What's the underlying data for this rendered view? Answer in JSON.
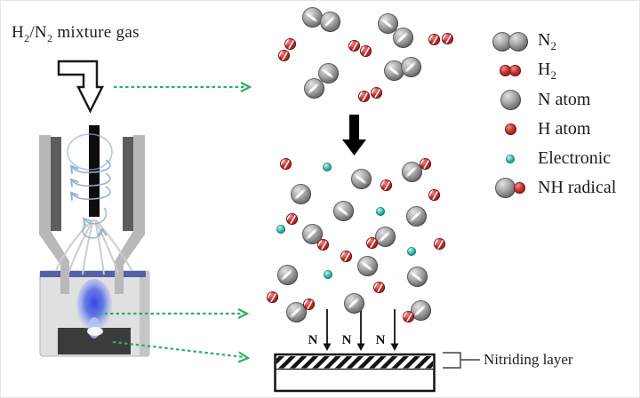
{
  "title": {
    "p1": "H",
    "s1": "2",
    "p2": "/N",
    "s2": "2",
    "p3": " mixture gas"
  },
  "labels": {
    "nitriding": "Nitriding layer"
  },
  "legend": {
    "items": [
      {
        "id": "n2",
        "type": "n2-pair",
        "main": "N",
        "sub": "2"
      },
      {
        "id": "h2",
        "type": "h2-pair",
        "main": "H",
        "sub": "2"
      },
      {
        "id": "n-atom",
        "type": "n-atom",
        "main": "N atom"
      },
      {
        "id": "h-atom",
        "type": "h-atom",
        "main": "H atom"
      },
      {
        "id": "electron",
        "type": "electron",
        "main": "Electronic"
      },
      {
        "id": "nh-radical",
        "type": "nh-radical",
        "main": "NH radical"
      }
    ]
  },
  "scene": {
    "top_cloud": {
      "n2_pairs": [
        [
          350,
          18,
          370,
          23
        ],
        [
          435,
          25,
          452,
          41
        ],
        [
          368,
          81,
          352,
          98
        ],
        [
          442,
          78,
          461,
          74
        ]
      ],
      "h2_pairs": [
        [
          325,
          48,
          318,
          61
        ],
        [
          397,
          50,
          410,
          56
        ],
        [
          487,
          43,
          502,
          42
        ],
        [
          408,
          107,
          422,
          103
        ]
      ]
    },
    "mid_cloud": {
      "n_atoms": [
        [
          405,
          200
        ],
        [
          337,
          217
        ],
        [
          385,
          236
        ],
        [
          467,
          242
        ],
        [
          412,
          298
        ],
        [
          322,
          308
        ],
        [
          468,
          310
        ],
        [
          397,
          340
        ]
      ],
      "h_atoms": [
        [
          320,
          183
        ],
        [
          433,
          207
        ],
        [
          487,
          218
        ],
        [
          327,
          245
        ],
        [
          493,
          273
        ],
        [
          388,
          287
        ],
        [
          425,
          322
        ],
        [
          305,
          333
        ]
      ],
      "electrons": [
        [
          367,
          187
        ],
        [
          427,
          237
        ],
        [
          315,
          257
        ],
        [
          368,
          308
        ],
        [
          462,
          282
        ]
      ],
      "nh_radicals": [
        [
          462,
          192,
          477,
          183
        ],
        [
          350,
          262,
          362,
          274
        ],
        [
          432,
          265,
          417,
          272
        ],
        [
          332,
          350,
          346,
          341
        ],
        [
          472,
          348,
          458,
          355
        ]
      ]
    },
    "impact": {
      "xs": [
        367,
        405,
        443
      ],
      "labels": [
        "N",
        "N",
        "N"
      ]
    }
  },
  "colors": {
    "green_arrow": "#2fae61",
    "electron_teal": "#1fb3a9",
    "hydrogen_red": "#b22222",
    "nitrogen_gray": "#8c8c8c",
    "plasma_blue": "#3347e0",
    "chamber_band_blue": "#5560a8",
    "spiral_blue": "#93aed0"
  }
}
